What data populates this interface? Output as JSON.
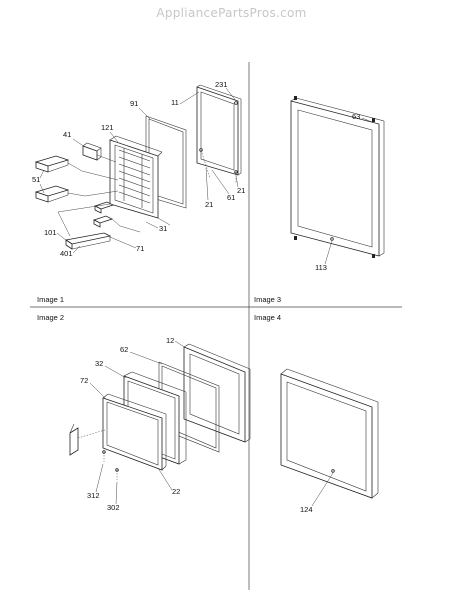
{
  "watermark": "AppliancePartsPros.com",
  "panels": [
    {
      "id": "image-1",
      "label": "Image 1"
    },
    {
      "id": "image-2",
      "label": "Image 2"
    },
    {
      "id": "image-3",
      "label": "Image 3"
    },
    {
      "id": "image-4",
      "label": "Image 4"
    }
  ],
  "parts": {
    "image1": [
      "231",
      "91",
      "11",
      "121",
      "41",
      "51",
      "21",
      "61",
      "21",
      "31",
      "101",
      "71",
      "401"
    ],
    "image2": [
      "12",
      "62",
      "32",
      "72",
      "22",
      "312",
      "302"
    ],
    "image3": [
      "63",
      "113"
    ],
    "image4": [
      "124"
    ]
  }
}
